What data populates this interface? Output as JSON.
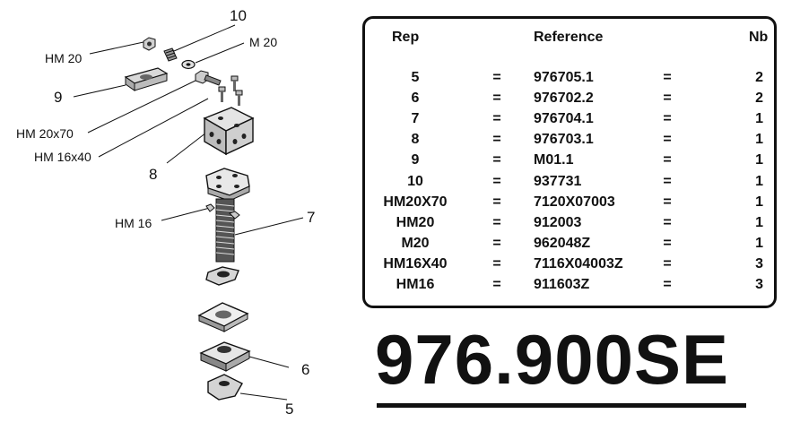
{
  "diagram": {
    "labels": {
      "l10": "10",
      "hm20": "HM 20",
      "m20": "M 20",
      "l9": "9",
      "hm20x70": "HM 20x70",
      "hm16x40": "HM 16x40",
      "l8": "8",
      "hm16": "HM 16",
      "l7": "7",
      "l6": "6",
      "l5": "5"
    }
  },
  "table": {
    "headers": {
      "rep": "Rep",
      "reference": "Reference",
      "nb": "Nb"
    },
    "rows": [
      {
        "rep": "5",
        "eq1": "=",
        "ref": "976705.1",
        "eq2": "=",
        "nb": "2"
      },
      {
        "rep": "6",
        "eq1": "=",
        "ref": "976702.2",
        "eq2": "=",
        "nb": "2"
      },
      {
        "rep": "7",
        "eq1": "=",
        "ref": "976704.1",
        "eq2": "=",
        "nb": "1"
      },
      {
        "rep": "8",
        "eq1": "=",
        "ref": "976703.1",
        "eq2": "=",
        "nb": "1"
      },
      {
        "rep": "9",
        "eq1": "=",
        "ref": "M01.1",
        "eq2": "=",
        "nb": "1"
      },
      {
        "rep": "10",
        "eq1": "=",
        "ref": "937731",
        "eq2": "=",
        "nb": "1"
      },
      {
        "rep": "HM20X70",
        "eq1": "=",
        "ref": "7120X07003",
        "eq2": "=",
        "nb": "1"
      },
      {
        "rep": "HM20",
        "eq1": "=",
        "ref": "912003",
        "eq2": "=",
        "nb": "1"
      },
      {
        "rep": "M20",
        "eq1": "=",
        "ref": "962048Z",
        "eq2": "=",
        "nb": "1"
      },
      {
        "rep": "HM16X40",
        "eq1": "=",
        "ref": "7116X04003Z",
        "eq2": "=",
        "nb": "3"
      },
      {
        "rep": "HM16",
        "eq1": "=",
        "ref": "911603Z",
        "eq2": "=",
        "nb": "3"
      }
    ]
  },
  "part_number": "976.900SE"
}
